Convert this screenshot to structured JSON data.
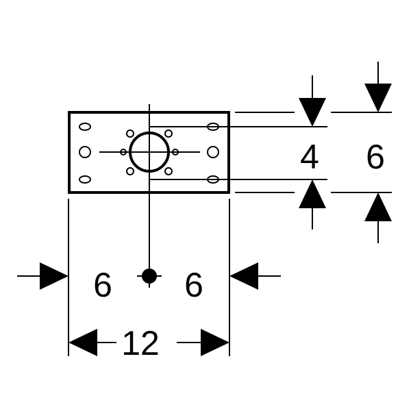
{
  "dimensions": {
    "left_half": "6",
    "right_half": "6",
    "total_width": "12",
    "inner_height": "4",
    "outer_height": "6"
  },
  "colors": {
    "line": "#000000",
    "background": "#ffffff"
  }
}
